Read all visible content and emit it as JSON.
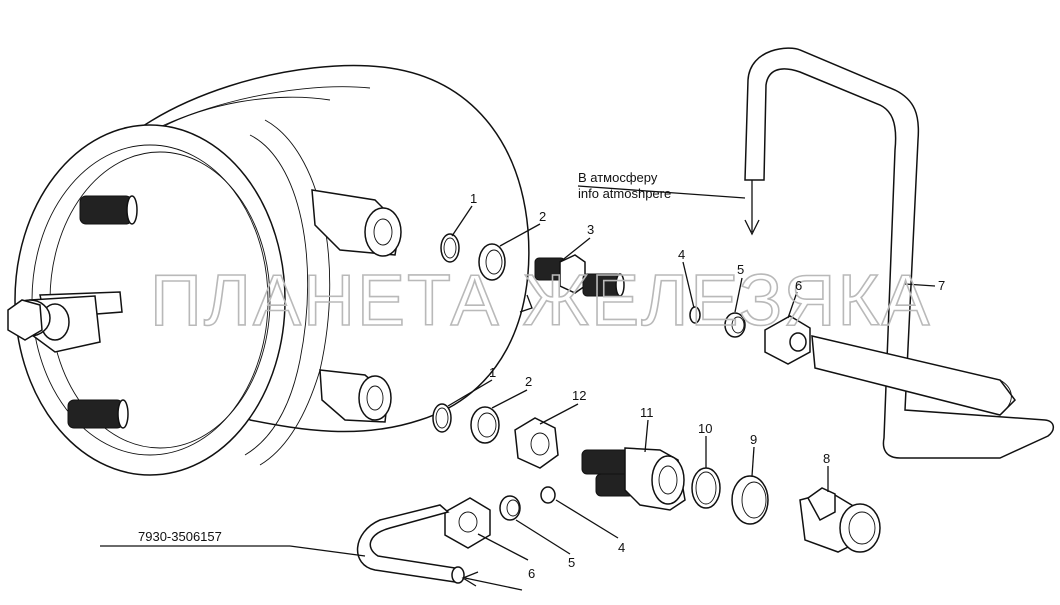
{
  "note": {
    "line1": "В атмосферу",
    "line2": "info atmoshpere"
  },
  "watermark": "ПЛАНЕТА ЖЕЛЕЗЯКА",
  "part_number": "7930-3506157",
  "callouts": {
    "c1_upper": "1",
    "c2_upper": "2",
    "c3": "3",
    "c4_upper": "4",
    "c5_upper": "5",
    "c6_upper": "6",
    "c7": "7",
    "c1_lower": "1",
    "c2_lower": "2",
    "c12": "12",
    "c11": "11",
    "c10": "10",
    "c9": "9",
    "c8": "8",
    "c6_lower": "6",
    "c5_lower": "5",
    "c4_lower": "4"
  }
}
